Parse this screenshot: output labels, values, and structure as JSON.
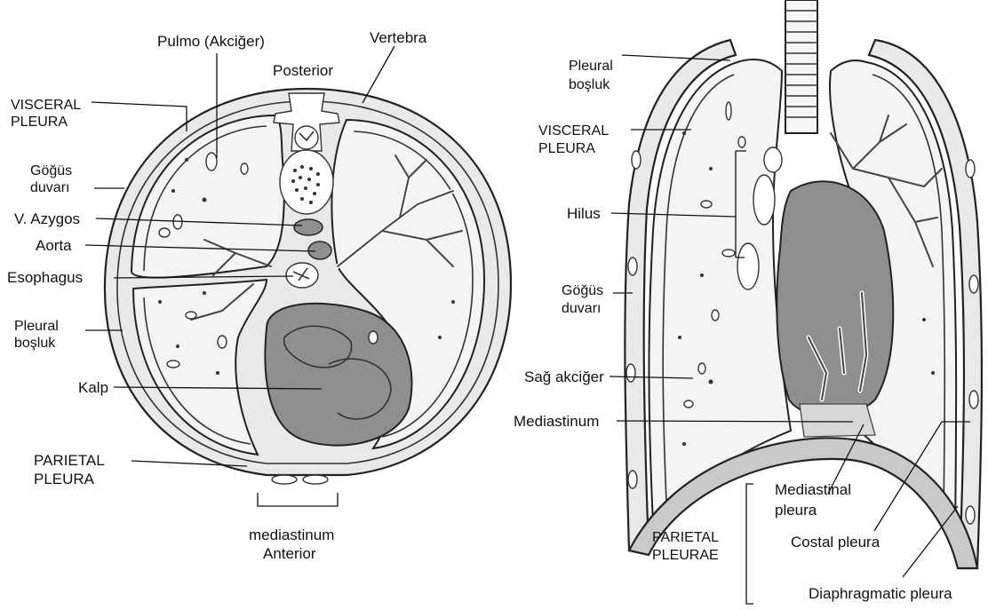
{
  "left_figure": {
    "labels": {
      "pulmo": "Pulmo (Akciğer)",
      "posterior": "Posterior",
      "vertebra": "Vertebra",
      "visceral_pleura_1": "VISCERAL",
      "visceral_pleura_2": "PLEURA",
      "gogus_duvari_1": "Göğüs",
      "gogus_duvari_2": "duvarı",
      "v_azygos": "V. Azygos",
      "aorta": "Aorta",
      "esophagus": "Esophagus",
      "pleural_bosluk_1": "Pleural",
      "pleural_bosluk_2": "boşluk",
      "kalp": "Kalp",
      "parietal_pleura_1": "PARIETAL",
      "parietal_pleura_2": "PLEURA",
      "mediastinum": "mediastinum",
      "anterior": "Anterior"
    }
  },
  "right_figure": {
    "labels": {
      "pleural_bosluk_1": "Pleural",
      "pleural_bosluk_2": "boşluk",
      "visceral_pleura_1": "VISCERAL",
      "visceral_pleura_2": "PLEURA",
      "hilus": "Hilus",
      "gogus_duvari_1": "Göğüs",
      "gogus_duvari_2": "duvarı",
      "sag_akciger": "Sağ akciğer",
      "mediastinum": "Mediastinum",
      "mediastinal_pleura_1": "Mediastinal",
      "mediastinal_pleura_2": "pleura",
      "parietal_pleurae_1": "PARIETAL",
      "parietal_pleurae_2": "PLEURAE",
      "costal_pleura": "Costal pleura",
      "diaphragmatic_pleura": "Diaphragmatic pleura"
    }
  }
}
